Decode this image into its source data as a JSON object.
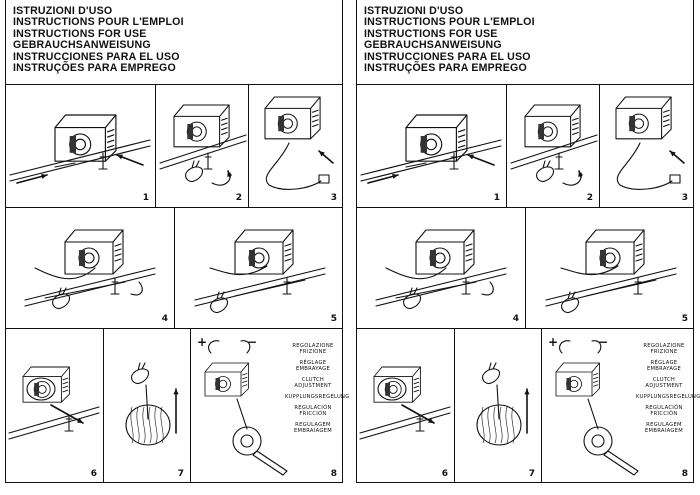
{
  "pages": [
    {
      "titles": [
        "ISTRUZIONI D'USO",
        "INSTRUCTIONS POUR L'EMPLOI",
        "INSTRUCTIONS FOR USE",
        "GEBRAUCHSANWEISUNG",
        "INSTRUCCIONES PARA EL USO",
        "INSTRUÇÕES PARA EMPREGO"
      ],
      "steps": [
        "1",
        "2",
        "3",
        "4",
        "5",
        "6",
        "7",
        "8"
      ],
      "clutch_labels": [
        "REGOLAZIONE FRIZIONE",
        "RÉGLAGE EMBRAYAGE",
        "CLUTCH ADJUSTMENT",
        "KUPPLUNGSREGELUNG",
        "REGULACIÓN FRICCIÓN",
        "REGULAGEM EMBRAIAGEM"
      ],
      "plus": "+",
      "minus": "−"
    },
    {
      "titles": [
        "ISTRUZIONI D'USO",
        "INSTRUCTIONS POUR L'EMPLOI",
        "INSTRUCTIONS FOR USE",
        "GEBRAUCHSANWEISUNG",
        "INSTRUCCIONES PARA EL USO",
        "INSTRUÇÕES PARA EMPREGO"
      ],
      "steps": [
        "1",
        "2",
        "3",
        "4",
        "5",
        "6",
        "7",
        "8"
      ],
      "clutch_labels": [
        "REGOLAZIONE FRIZIONE",
        "RÉGLAGE EMBRAYAGE",
        "CLUTCH ADJUSTMENT",
        "KUPPLUNGSREGELUNG",
        "REGULACIÓN FRICCIÓN",
        "REGULAGEM EMBRAIAGEM"
      ],
      "plus": "+",
      "minus": "−"
    }
  ]
}
